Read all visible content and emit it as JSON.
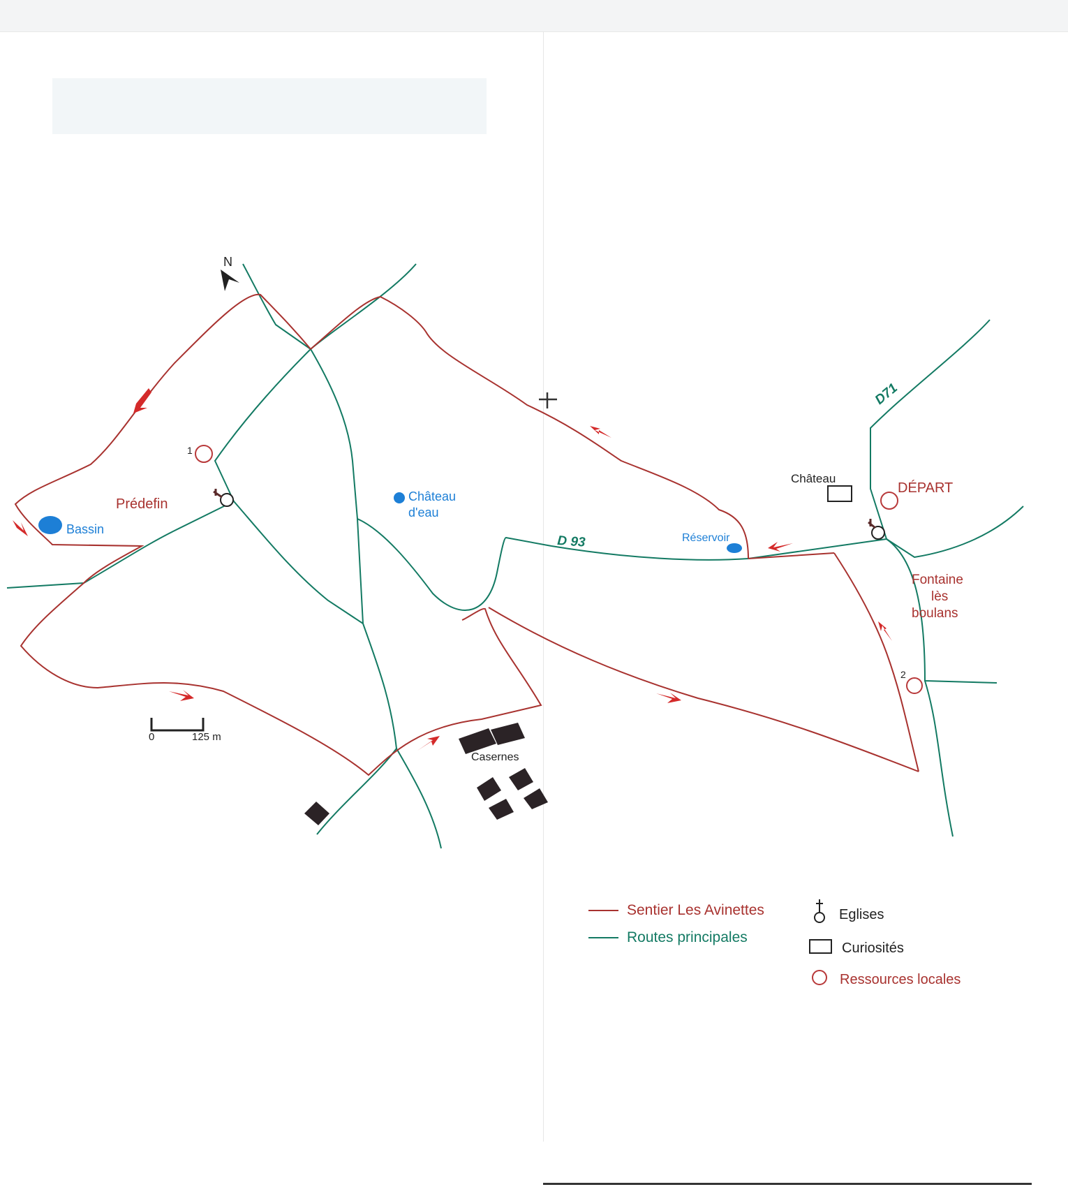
{
  "map": {
    "north_label": "N",
    "scale": {
      "zero": "0",
      "distance": "125 m"
    },
    "places": {
      "predefin": "Prédefin",
      "bassin": "Bassin",
      "chateau_deau_1": "Château",
      "chateau_deau_2": "d'eau",
      "reservoir": "Réservoir",
      "chateau": "Château",
      "depart": "DÉPART",
      "fontaine_1": "Fontaine",
      "fontaine_2": "lès",
      "fontaine_3": "boulans",
      "casernes": "Casernes"
    },
    "roads": {
      "d93": "D 93",
      "d71": "D71"
    },
    "markers": {
      "m1": "1",
      "m2": "2"
    }
  },
  "legend": {
    "trail": "Sentier Les Avinettes",
    "roads": "Routes principales",
    "churches": "Eglises",
    "curiosities": "Curiosités",
    "resources": "Ressources locales"
  },
  "colors": {
    "trail": "#a8322f",
    "road": "#137a63",
    "arrow": "#d42a2a",
    "water": "#1d7fd6",
    "building": "#2b2326",
    "resource": "#b8393a",
    "text_dark": "#222222"
  }
}
